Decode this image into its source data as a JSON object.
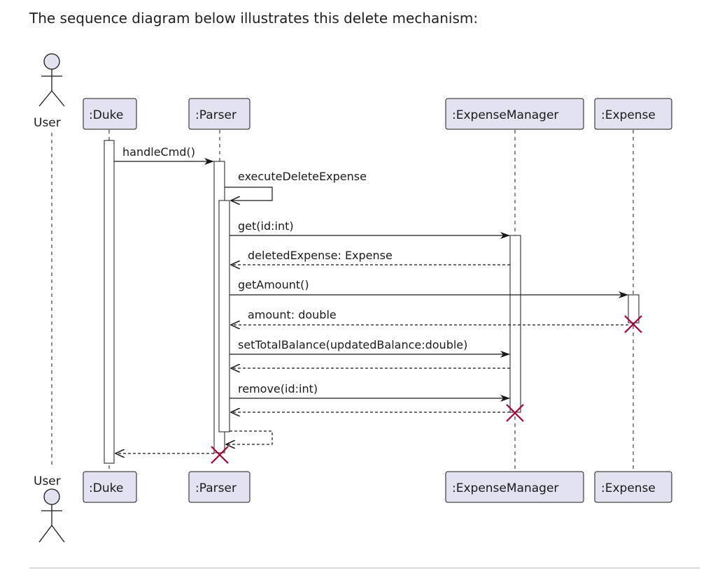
{
  "intro_text": "The sequence diagram below illustrates this delete mechanism:",
  "diagram": {
    "actor": "User",
    "participants": [
      ":Duke",
      ":Parser",
      ":ExpenseManager",
      ":Expense"
    ],
    "messages": [
      "handleCmd()",
      "executeDeleteExpense",
      "get(id:int)",
      "deletedExpense: Expense",
      "getAmount()",
      "amount: double",
      "setTotalBalance(updatedBalance:double)",
      "remove(id:int)"
    ],
    "colors": {
      "participant_fill": "#e2e2f0",
      "participant_border": "#181818",
      "destroy_mark": "#a80036",
      "lifeline": "#181818"
    }
  }
}
